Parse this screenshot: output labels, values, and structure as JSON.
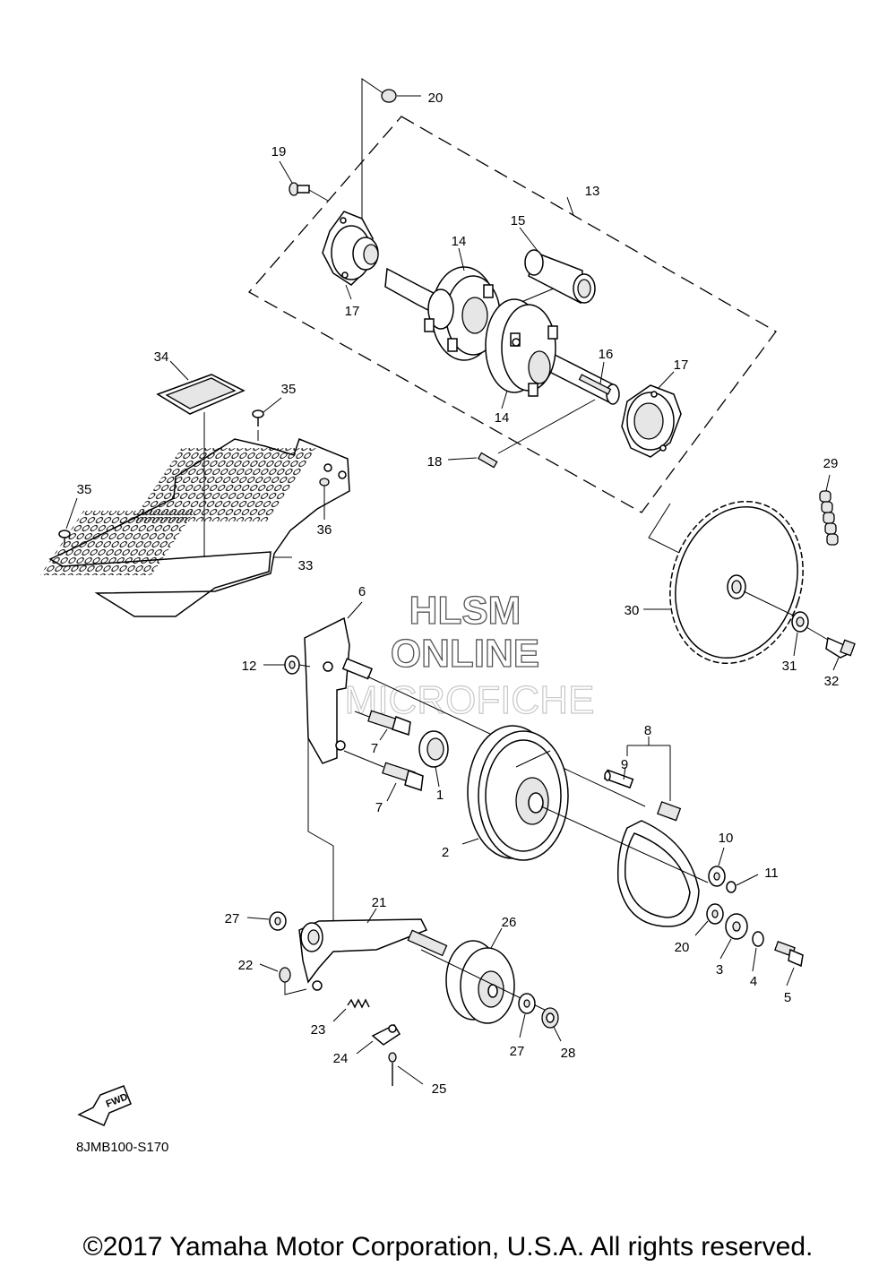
{
  "watermark": {
    "line1": "HLSM",
    "line2": "ONLINE",
    "line3": "MICROFICHE"
  },
  "fwd_label": "FWD",
  "diagram_code": "8JMB100-S170",
  "copyright": "©2017 Yamaha Motor Corporation, U.S.A. All rights reserved.",
  "callouts": {
    "c1": "1",
    "c2": "2",
    "c3": "3",
    "c4": "4",
    "c5": "5",
    "c6": "6",
    "c7a": "7",
    "c7b": "7",
    "c8": "8",
    "c9": "9",
    "c10": "10",
    "c11": "11",
    "c12": "12",
    "c13": "13",
    "c14a": "14",
    "c14b": "14",
    "c15": "15",
    "c16": "16",
    "c17a": "17",
    "c17b": "17",
    "c18": "18",
    "c19": "19",
    "c20a": "20",
    "c20b": "20",
    "c21": "21",
    "c22": "22",
    "c23": "23",
    "c24": "24",
    "c25": "25",
    "c26": "26",
    "c27a": "27",
    "c27b": "27",
    "c28": "28",
    "c29": "29",
    "c30": "30",
    "c31": "31",
    "c32": "32",
    "c33": "33",
    "c34": "34",
    "c35a": "35",
    "c35b": "35",
    "c36": "36"
  }
}
